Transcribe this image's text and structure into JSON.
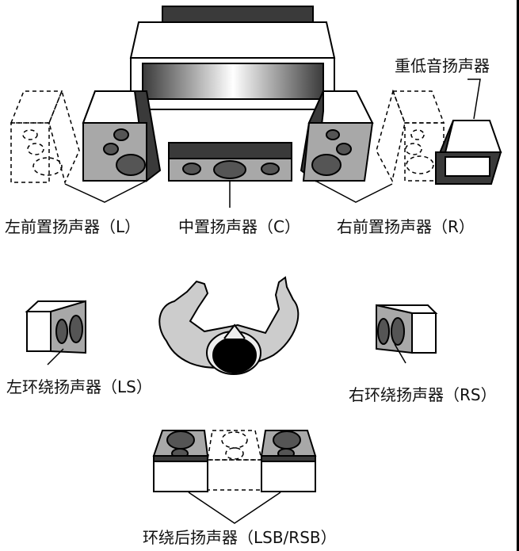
{
  "labels": {
    "subwoofer": "重低音扬声器",
    "front_left": "左前置扬声器（L）",
    "center": "中置扬声器（C）",
    "front_right": "右前置扬声器（R）",
    "surround_left": "左环绕扬声器（LS）",
    "surround_right": "右环绕扬声器（RS）",
    "surround_back": "环绕后扬声器（LSB/RSB）"
  },
  "colors": {
    "line": "#000000",
    "dark_side": "#3a3a3a",
    "woofer": "#555555",
    "panel": "#a8a8a8",
    "body_fill": "#cccccc",
    "white": "#ffffff"
  }
}
